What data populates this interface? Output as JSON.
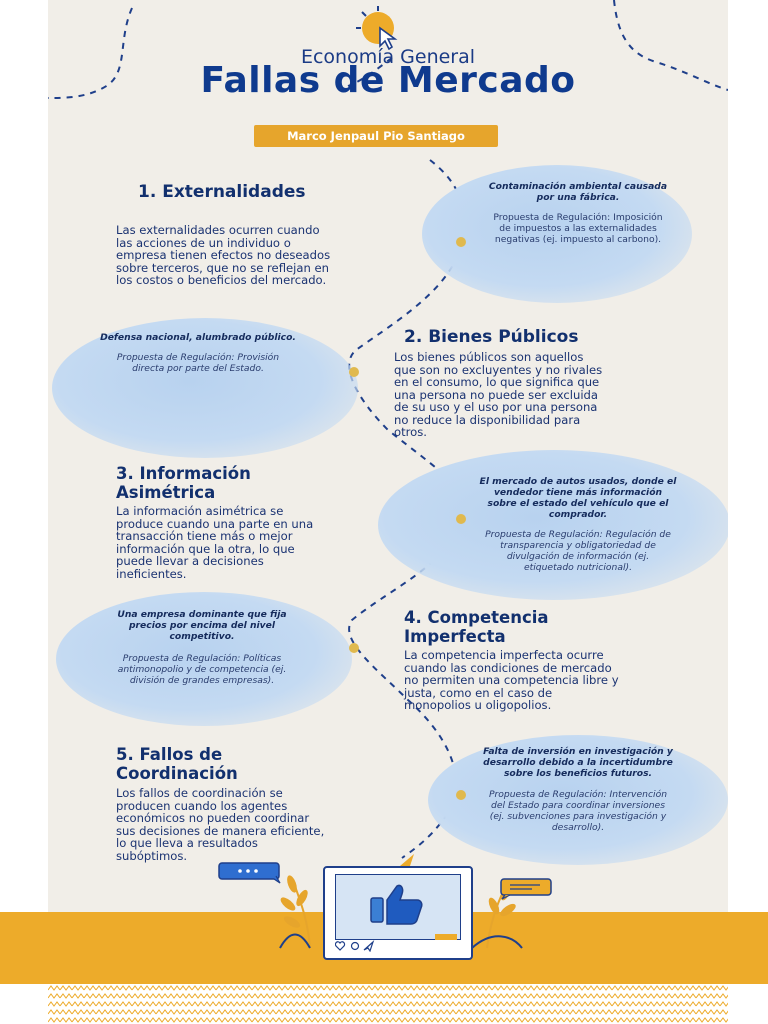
{
  "header": {
    "subtitle": "Economía General",
    "title": "Fallas de Mercado",
    "author": "Marco Jenpaul Pio Santiago"
  },
  "sections": [
    {
      "heading": "1. Externalidades",
      "body": [
        "Las externalidades ocurren cuando",
        "las acciones de un individuo o",
        "empresa tienen efectos no deseados",
        "sobre terceros, que no se reflejan en",
        "los costos o beneficios del mercado."
      ],
      "example_title": [
        "Contaminación ambiental causada",
        "por una fábrica."
      ],
      "example_proposal": [
        "Propuesta de Regulación: Imposición",
        "de impuestos a las externalidades",
        "negativas (ej. impuesto al carbono)."
      ]
    },
    {
      "heading": "2. Bienes Públicos",
      "body": [
        "Los bienes públicos son aquellos",
        "que son no excluyentes y no rivales",
        "en el consumo, lo que significa que",
        "una persona no puede ser excluida",
        "de su uso y el uso por una persona",
        "no reduce la disponibilidad para",
        "otros."
      ],
      "example_title": [
        "Defensa nacional, alumbrado público."
      ],
      "example_proposal": [
        "Propuesta de Regulación: Provisión",
        "directa por parte del Estado."
      ]
    },
    {
      "heading": [
        "3. Información",
        "Asimétrica"
      ],
      "body": [
        "La información asimétrica se",
        "produce cuando una parte en una",
        "transacción tiene más o mejor",
        "información que la otra, lo que",
        "puede llevar a decisiones",
        "ineficientes."
      ],
      "example_title": [
        "El mercado de autos usados, donde el",
        "vendedor tiene más información",
        "sobre el estado del vehículo que el",
        "comprador."
      ],
      "example_proposal": [
        "Propuesta de Regulación: Regulación de",
        "transparencia y obligatoriedad de",
        "divulgación de información (ej.",
        "etiquetado nutricional)."
      ]
    },
    {
      "heading": [
        "4. Competencia",
        "Imperfecta"
      ],
      "body": [
        "La competencia imperfecta ocurre",
        "cuando las condiciones de mercado",
        "no permiten una competencia libre y",
        "justa, como en el caso de",
        "monopolios u oligopolios."
      ],
      "example_title": [
        "Una empresa dominante que fija",
        "precios por encima del nivel",
        "competitivo."
      ],
      "example_proposal": [
        "Propuesta de Regulación: Políticas",
        "antimonopolio y de competencia (ej.",
        "división de grandes empresas)."
      ]
    },
    {
      "heading": [
        "5. Fallos de",
        "Coordinación"
      ],
      "body": [
        "Los fallos de coordinación se",
        "producen cuando los agentes",
        "económicos no pueden coordinar",
        "sus decisiones de manera eficiente,",
        "lo que lleva a resultados",
        "subóptimos."
      ],
      "example_title": [
        "Falta de inversión en investigación y",
        "desarrollo debido a la incertidumbre",
        "sobre los beneficios futuros."
      ],
      "example_proposal": [
        "Propuesta de Regulación: Intervención",
        "del Estado para coordinar inversiones",
        "(ej. subvenciones para investigación y",
        "desarrollo)."
      ]
    }
  ],
  "icons": {
    "top": "cursor-click-icon",
    "center": "thumbs-up-icon",
    "left_bubble": "typing-dots-icon",
    "right_bubble": "chat-lines-icon",
    "frame_bar": [
      "heart-icon",
      "search-icon",
      "send-icon"
    ]
  },
  "colors": {
    "navy": "#0f3a8e",
    "accent": "#e6a52c",
    "blob": "#c4daf2",
    "background": "#f1eee8"
  }
}
